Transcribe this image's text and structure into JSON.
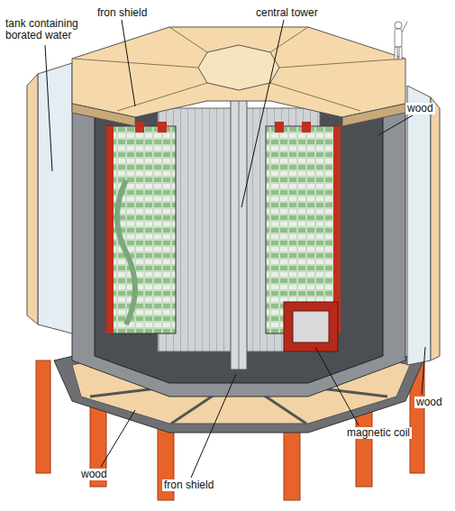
{
  "diagram": {
    "labels": [
      "tank containing borated water",
      "fron shield",
      "central tower",
      "wood",
      "wood",
      "magnetic coil",
      "wood",
      "fron shield"
    ]
  }
}
